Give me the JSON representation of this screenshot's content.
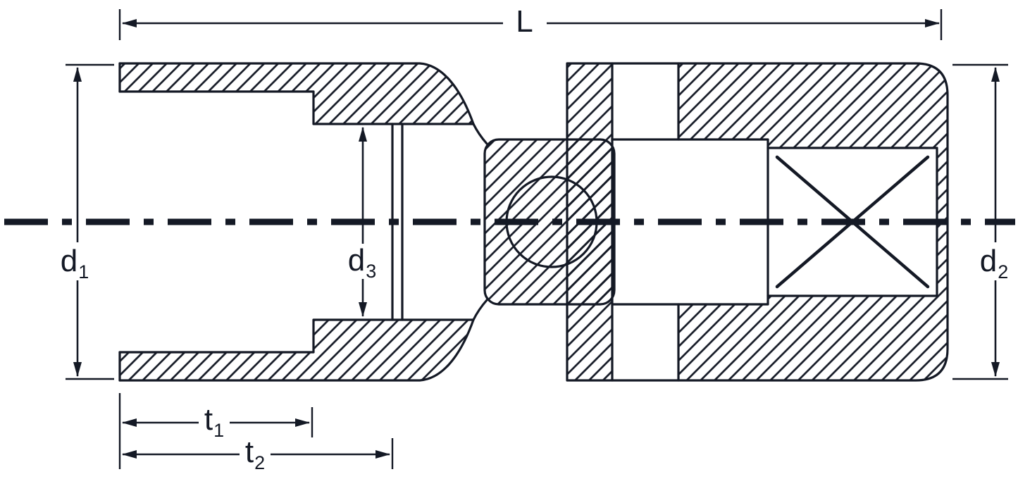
{
  "diagram": {
    "colors": {
      "line": "#141925",
      "background": "#ffffff"
    },
    "dimensions": {
      "overall_length": {
        "base": "L",
        "sub": ""
      },
      "left_outer_diameter": {
        "base": "d",
        "sub": "1"
      },
      "right_outer_diameter": {
        "base": "d",
        "sub": "2"
      },
      "bore_diameter": {
        "base": "d",
        "sub": "3"
      },
      "insert_depth": {
        "base": "t",
        "sub": "1"
      },
      "total_depth": {
        "base": "t",
        "sub": "2"
      }
    }
  }
}
